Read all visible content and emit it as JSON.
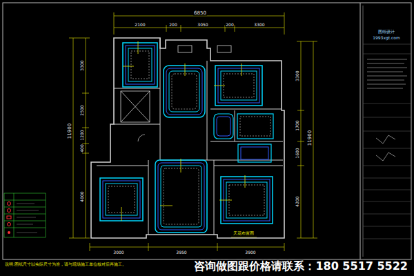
{
  "diagram": {
    "labels": [
      "6850",
      "2100",
      "200",
      "3050",
      "200",
      "3300",
      "3300",
      "2500",
      "11900",
      "1200",
      "400",
      "4000",
      "3300",
      "1700",
      "1600",
      "11900",
      "4200",
      "3000",
      "3950",
      "3900",
      "天花布置图",
      "图纸设计",
      "1993xgt.com",
      "说明:图纸尺寸以实际尺寸为准，请与现场施工单位核对后再施工。",
      "咨询做图跟价格请联系：180 5517 5522"
    ]
  }
}
